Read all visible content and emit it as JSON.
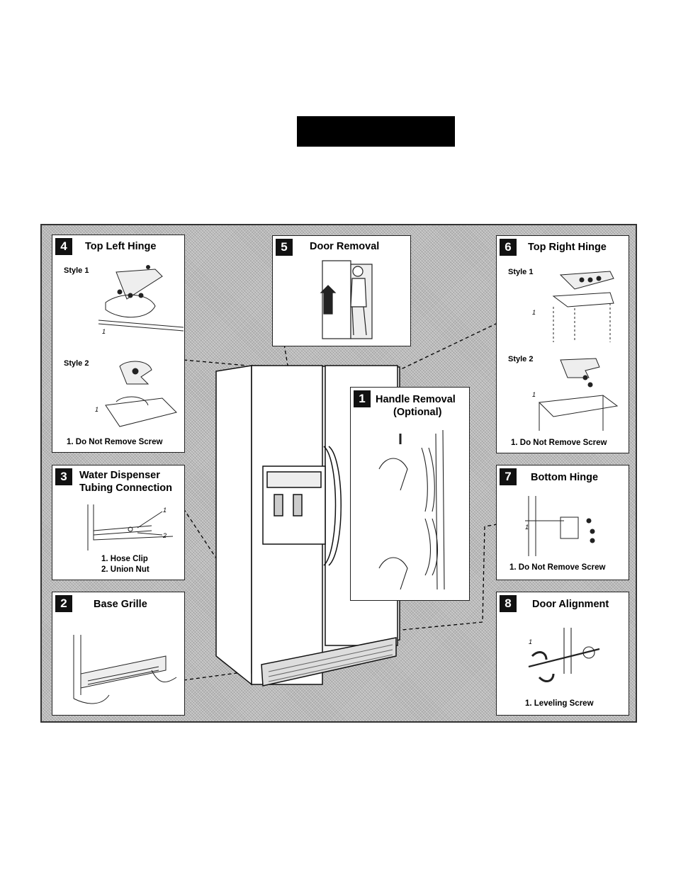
{
  "panels": {
    "p4": {
      "num": "4",
      "title": "Top Left Hinge",
      "style1": "Style 1",
      "style2": "Style 2",
      "callout": "1",
      "note": "1. Do Not Remove Screw"
    },
    "p5": {
      "num": "5",
      "title": "Door Removal"
    },
    "p6": {
      "num": "6",
      "title": "Top Right Hinge",
      "style1": "Style 1",
      "style2": "Style 2",
      "callout": "1",
      "note": "1. Do Not Remove Screw"
    },
    "p1": {
      "num": "1",
      "title_line1": "Handle Removal",
      "title_line2": "(Optional)"
    },
    "p3": {
      "num": "3",
      "title_line1": "Water Dispenser",
      "title_line2": "Tubing Connection",
      "callout1": "1",
      "callout2": "2",
      "note1": "1. Hose Clip",
      "note2": "2. Union Nut"
    },
    "p7": {
      "num": "7",
      "title": "Bottom Hinge",
      "callout": "1",
      "note": "1. Do Not Remove Screw"
    },
    "p2": {
      "num": "2",
      "title": "Base Grille"
    },
    "p8": {
      "num": "8",
      "title": "Door Alignment",
      "callout": "1",
      "note": "1. Leveling Screw"
    }
  }
}
